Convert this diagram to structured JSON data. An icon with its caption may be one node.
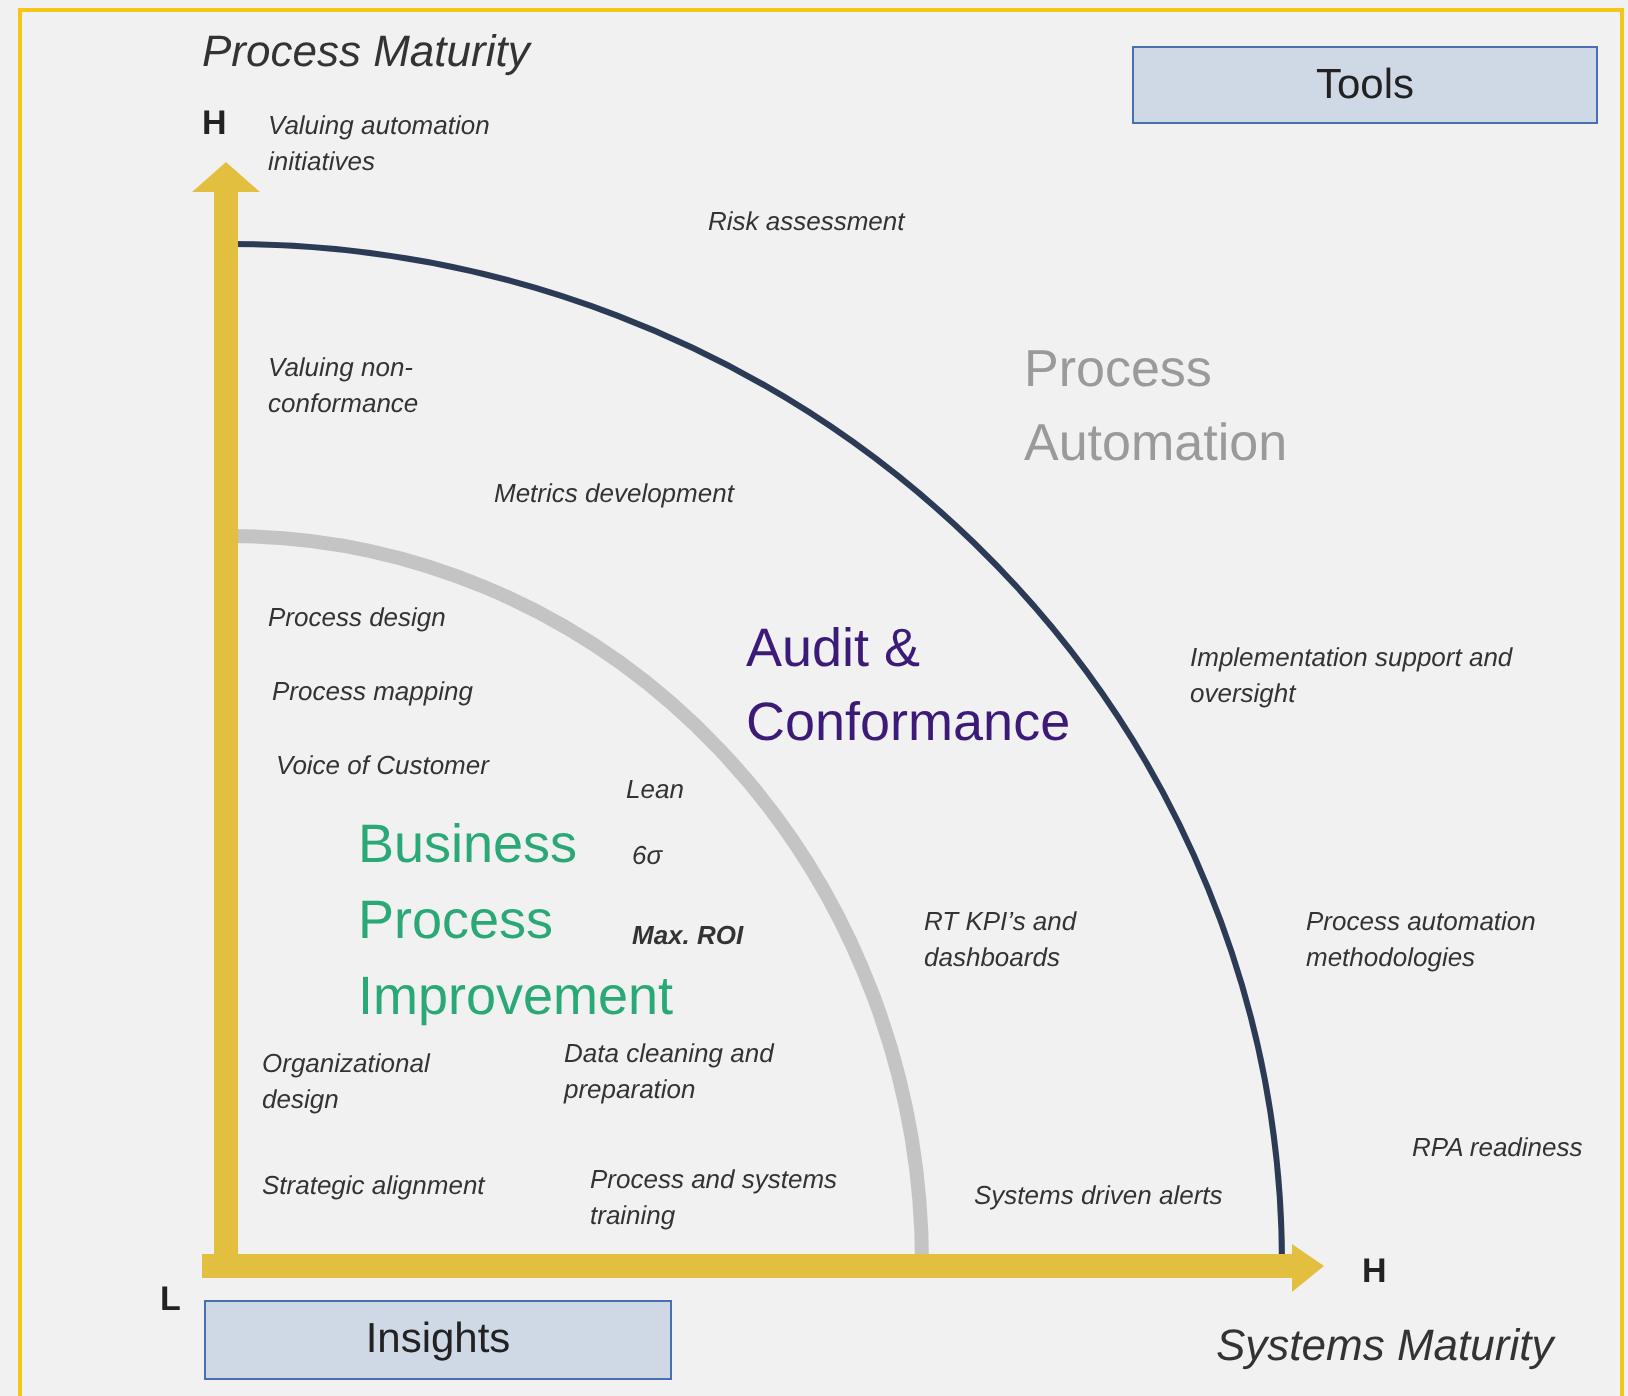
{
  "diagram": {
    "nodes": [
      {
        "text": [
          "Tools"
        ]
      },
      {
        "text": [
          "Insights"
        ]
      }
    ],
    "labels": [
      "Process Maturity",
      "H",
      "Valuing automation initiatives",
      "Risk assessment",
      "Process Automation",
      "Valuing non-conformance",
      "Metrics development",
      "Process design",
      "Audit & Conformance",
      "Implementation support and oversight",
      "Process mapping",
      "Voice of Customer",
      "Lean",
      "Business Process Improvement",
      "6σ",
      "Max. ROI",
      "RT KPI’s and dashboards",
      "Process automation methodologies",
      "Organizational design",
      "Data cleaning and preparation",
      "Strategic alignment",
      "Process and systems training",
      "Systems driven alerts",
      "RPA readiness",
      "L",
      "H",
      "Systems Maturity"
    ]
  }
}
